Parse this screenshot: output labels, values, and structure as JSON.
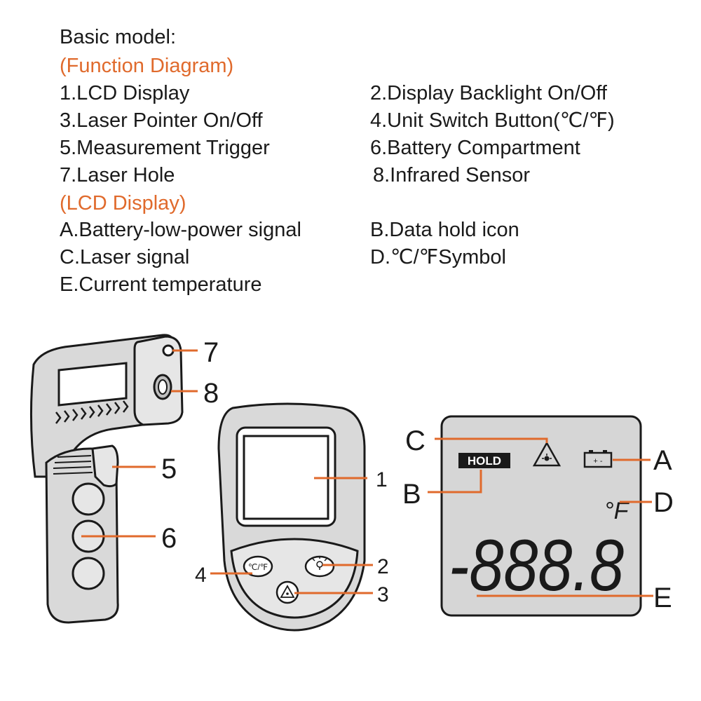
{
  "header": {
    "title": "Basic model:",
    "section_function": "(Function Diagram)",
    "section_lcd": "(LCD Display)"
  },
  "functions": [
    "1.LCD Display",
    "2.Display Backlight On/Off",
    "3.Laser Pointer On/Off",
    "4.Unit Switch Button(℃/℉)",
    "5.Measurement Trigger",
    "6.Battery Compartment",
    "7.Laser Hole",
    "8.Infrared Sensor"
  ],
  "lcd_items": [
    "A.Battery-low-power signal",
    "B.Data hold icon",
    "C.Laser signal",
    "D.℃/℉Symbol",
    "E.Current temperature"
  ],
  "callouts": {
    "n1": "1",
    "n2": "2",
    "n3": "3",
    "n4": "4",
    "n5": "5",
    "n6": "6",
    "n7": "7",
    "n8": "8",
    "A": "A",
    "B": "B",
    "C": "C",
    "D": "D",
    "E": "E"
  },
  "front": {
    "unit_button": "℃/℉"
  },
  "lcd": {
    "hold": "HOLD",
    "battery": "+ -",
    "reading": "-888.8",
    "unit": "°F"
  },
  "colors": {
    "accent": "#e06a2c",
    "outline": "#1a1a1a",
    "device_gray": "#d9d9d9",
    "lcd_gray": "#d6d6d6"
  }
}
